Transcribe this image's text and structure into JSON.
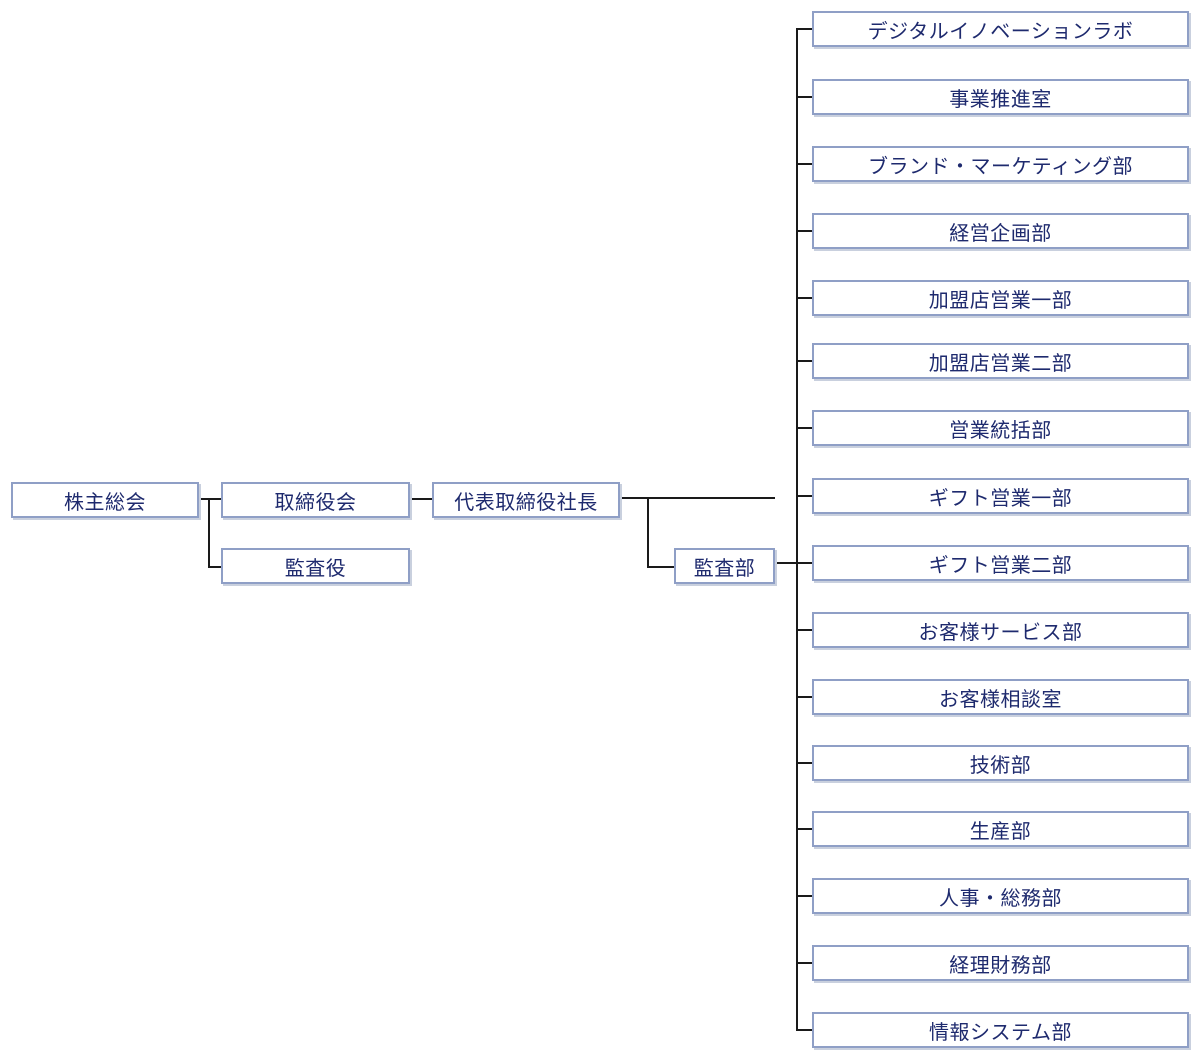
{
  "shareholders": "株主総会",
  "board": "取締役会",
  "auditor": "監査役",
  "president": "代表取締役社長",
  "audit_dept": "監査部",
  "departments": [
    "デジタルイノベーションラボ",
    "事業推進室",
    "ブランド・マーケティング部",
    "経営企画部",
    "加盟店営業一部",
    "加盟店営業二部",
    "営業統括部",
    "ギフト営業一部",
    "ギフト営業二部",
    "お客様サービス部",
    "お客様相談室",
    "技術部",
    "生産部",
    "人事・総務部",
    "経理財務部",
    "情報システム部"
  ]
}
